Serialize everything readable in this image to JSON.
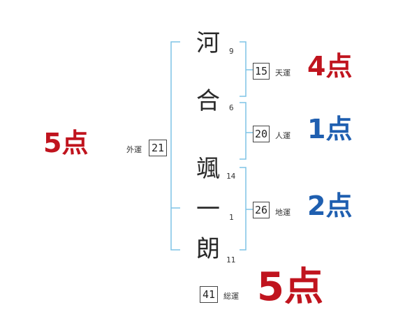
{
  "name_chars": [
    {
      "char": "河",
      "strokes": "9"
    },
    {
      "char": "合",
      "strokes": "6"
    },
    {
      "char": "颯",
      "strokes": "14"
    },
    {
      "char": "一",
      "strokes": "1"
    },
    {
      "char": "朗",
      "strokes": "11"
    }
  ],
  "fortunes": {
    "tenkaku": {
      "label": "天運",
      "value": "15",
      "points": "4点"
    },
    "jinkaku": {
      "label": "人運",
      "value": "20",
      "points": "1点"
    },
    "chikaku": {
      "label": "地運",
      "value": "26",
      "points": "2点"
    },
    "gaikaku": {
      "label": "外運",
      "value": "21",
      "points": "5点"
    },
    "soukaku": {
      "label": "総運",
      "value": "41",
      "points": "5点"
    }
  },
  "colors": {
    "bracket": "#7ec3e6",
    "good": "#c0141e",
    "bad": "#1f5fb0"
  }
}
